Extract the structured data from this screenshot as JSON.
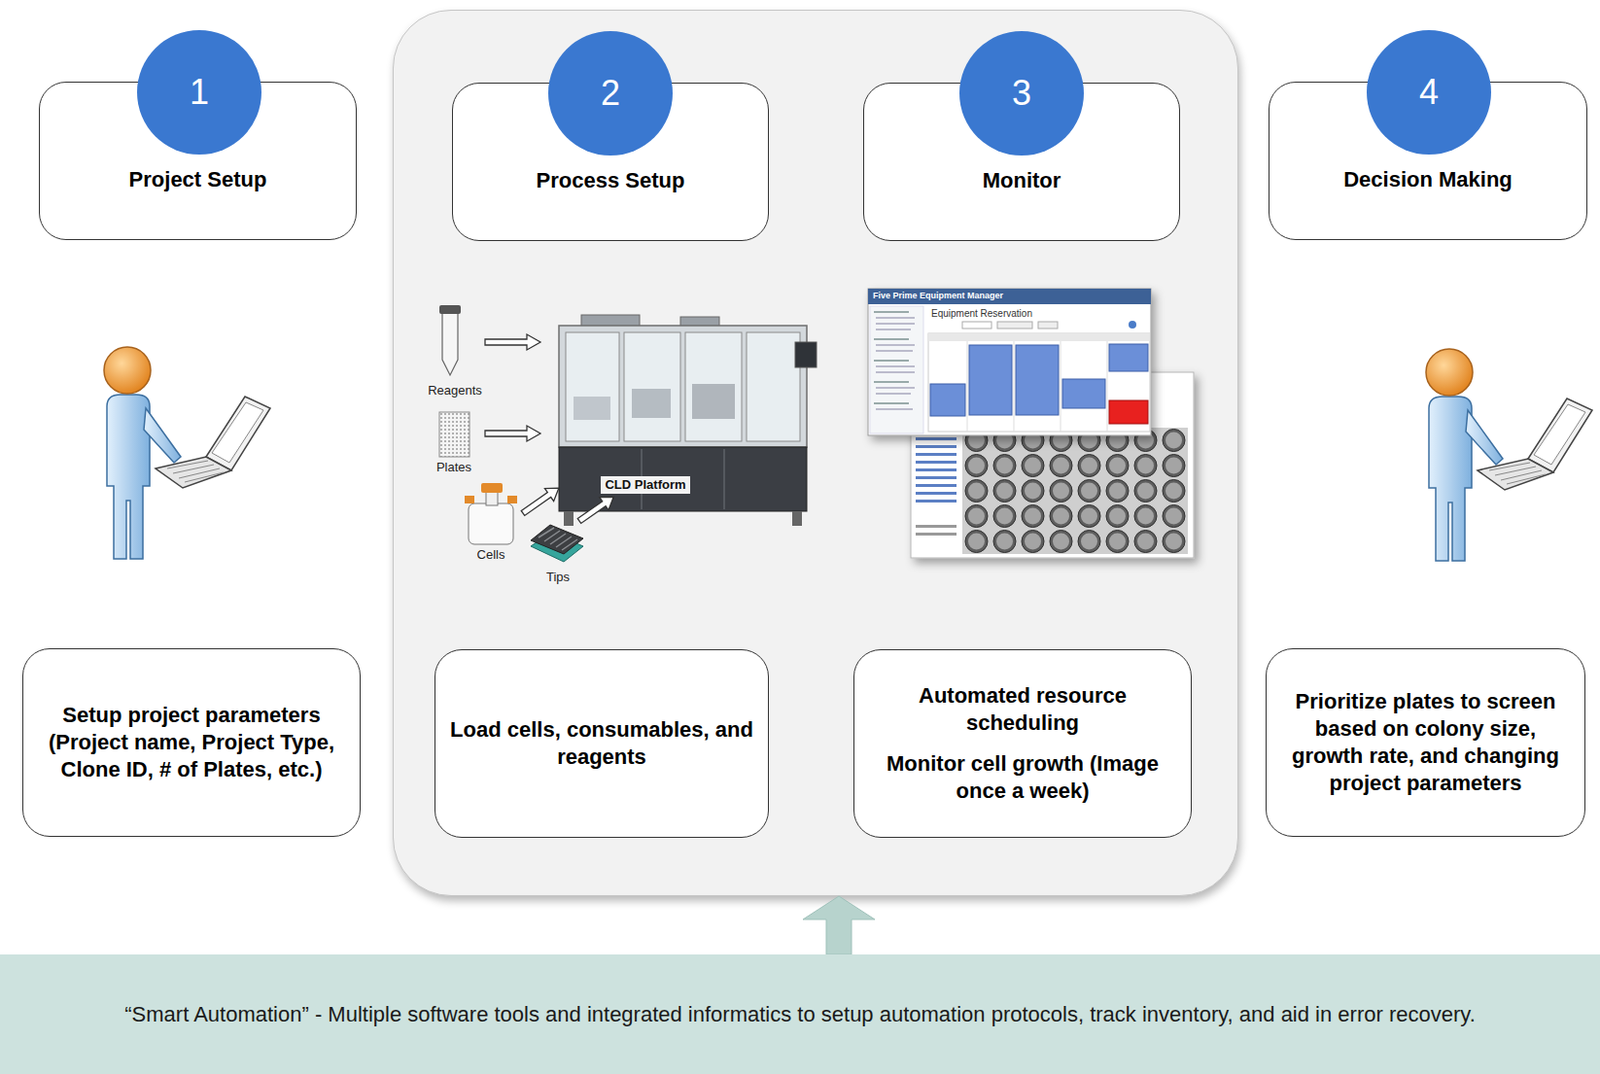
{
  "diagram": {
    "nodes": [
      {
        "text": [
          "1"
        ]
      },
      {
        "text": [
          "Project Setup"
        ]
      },
      {
        "text": []
      },
      {
        "text": [
          "2"
        ],
        "in": 2
      },
      {
        "text": [
          "Process Setup"
        ],
        "in": 2
      },
      {
        "text": [
          "3"
        ],
        "in": 2
      },
      {
        "text": [
          "Monitor"
        ],
        "in": 2
      },
      {
        "text": [
          "4"
        ]
      },
      {
        "text": [
          "Decision Making"
        ]
      },
      {
        "text": [
          "Setup project parameters (Project name, Project Type, Clone ID, # of Plates, etc.)"
        ]
      },
      {
        "text": [
          "Load cells, consumables, and reagents"
        ],
        "in": 2
      },
      {
        "text": [
          "Automated resource scheduling",
          "Monitor cell growth (Image once a week)"
        ],
        "in": 2
      },
      {
        "text": [
          "Prioritize plates to screen based on colony size, growth rate, and changing project parameters"
        ]
      },
      {
        "text": [
          "“Smart Automation” - Multiple software tools and integrated informatics to setup automation protocols, track inventory, and aid in error recovery."
        ]
      }
    ],
    "edges": [
      {
        "from": 13,
        "to": 2,
        "arrow": "to"
      }
    ],
    "labels": [
      "Reagents",
      "Plates",
      "Cells",
      "Tips",
      "CLD Platform",
      "Five Prime Equipment Manager",
      "Equipment Reservation"
    ]
  }
}
